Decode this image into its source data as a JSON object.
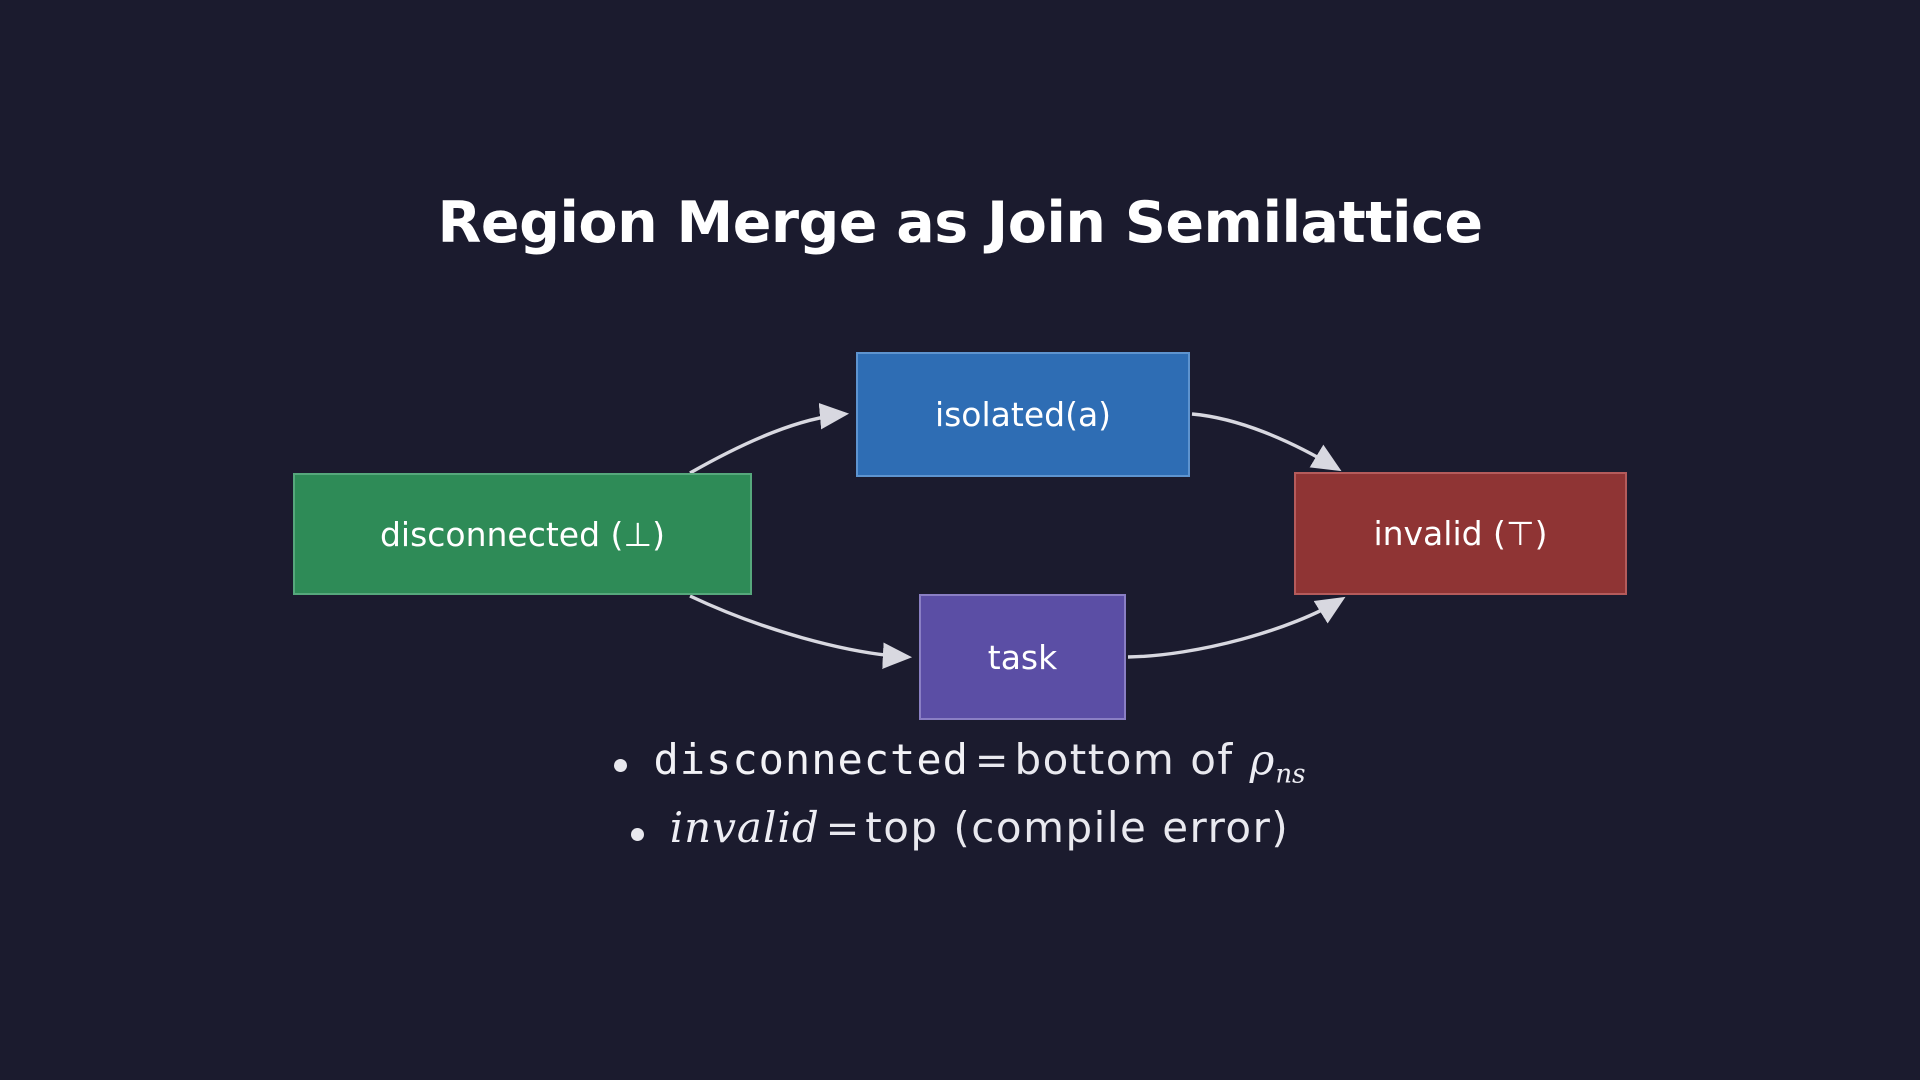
{
  "slide": {
    "title": "Region Merge as Join Semilattice",
    "background_color": "#1b1b2e",
    "title_color": "#ffffff"
  },
  "diagram": {
    "type": "lattice-hasse-diagram",
    "nodes": [
      {
        "id": "disconnected",
        "label": "disconnected (⊥)",
        "fill": "#2e8b57",
        "border": "#56a87c",
        "role": "bottom"
      },
      {
        "id": "isolated",
        "label": "isolated(a)",
        "fill": "#2e6db4",
        "border": "#5e94cf",
        "role": "middle"
      },
      {
        "id": "task",
        "label": "task",
        "fill": "#5b4ea5",
        "border": "#8a7fc4",
        "role": "middle"
      },
      {
        "id": "invalid",
        "label": "invalid (⊤)",
        "fill": "#8f3434",
        "border": "#b55b5b",
        "role": "top"
      }
    ],
    "edges": [
      {
        "from": "disconnected",
        "to": "isolated"
      },
      {
        "from": "disconnected",
        "to": "task"
      },
      {
        "from": "isolated",
        "to": "invalid"
      },
      {
        "from": "task",
        "to": "invalid"
      }
    ],
    "edge_color": "#d8d8e0",
    "arrowhead_color": "#d8d8e0"
  },
  "bullets": [
    {
      "code": "disconnected",
      "equals": "=",
      "text": "bottom of",
      "symbol": "ρ",
      "subscript": "ns"
    },
    {
      "code": "invalid",
      "equals": "=",
      "text": "top (compile error)"
    }
  ]
}
